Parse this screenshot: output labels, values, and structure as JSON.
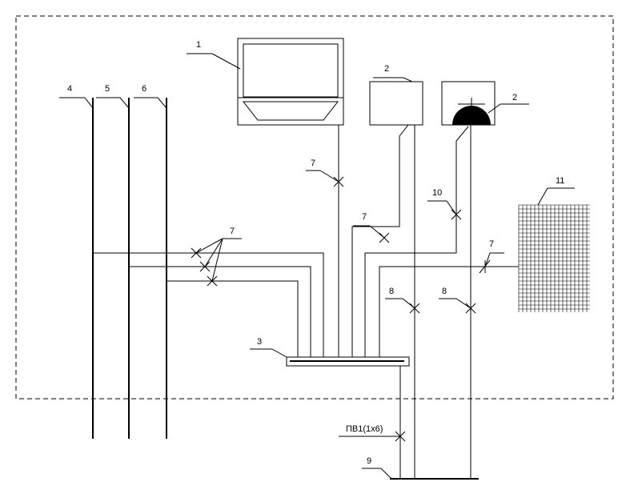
{
  "labels": {
    "cabinet": "1",
    "box": "2",
    "lamp": "2",
    "busbar": "3",
    "line_4": "4",
    "line_5": "5",
    "line_6": "6",
    "conn_7_top": "7",
    "conn_7_mid": "7",
    "conn_7_left": "7",
    "conn_7_right": "7",
    "conn_8_left": "8",
    "conn_8_right": "8",
    "ground": "9",
    "conn_10": "10",
    "mesh": "11",
    "cable": "ПВ1(1х6)"
  }
}
